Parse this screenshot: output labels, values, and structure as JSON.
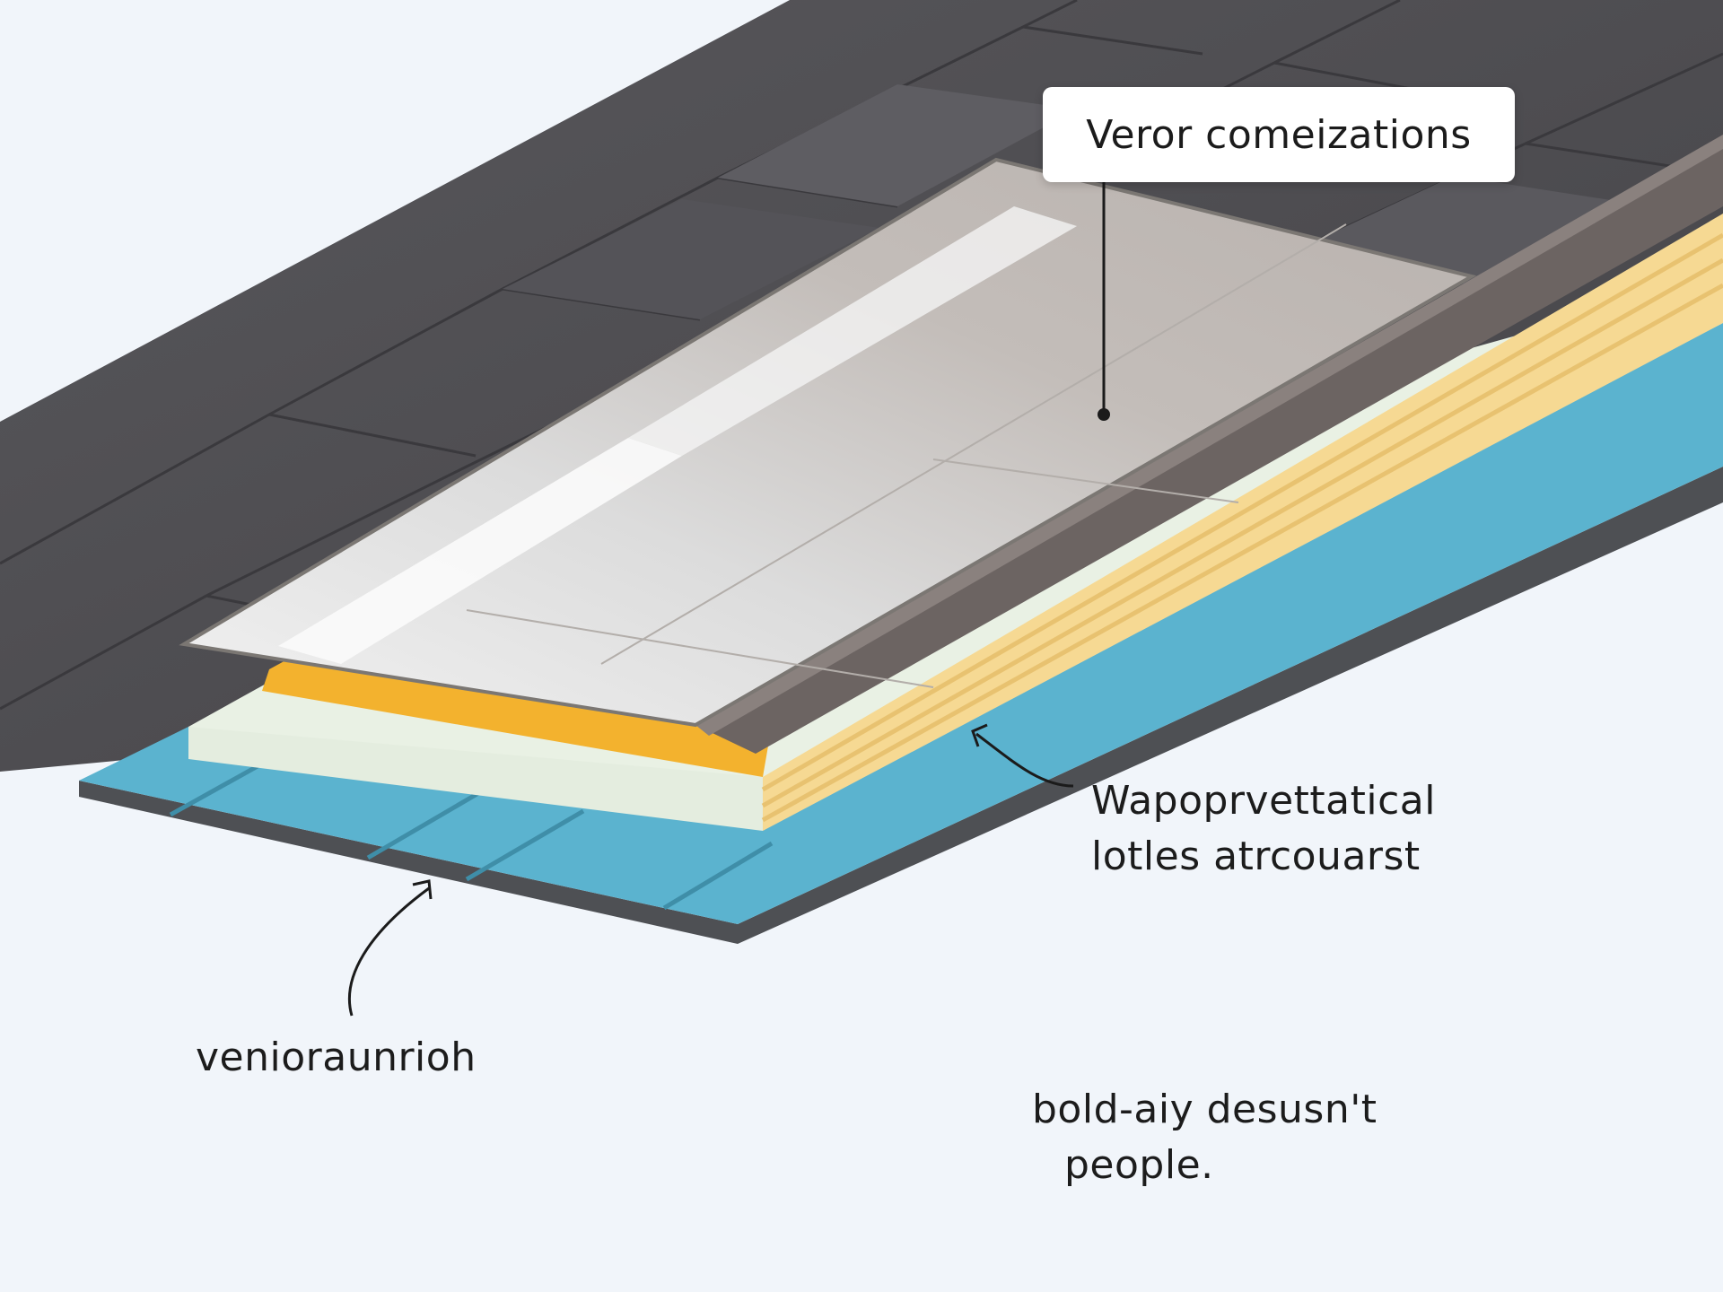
{
  "callouts": {
    "top": "Veror comeizations",
    "vapor_line1": "Wapoprvettatical",
    "vapor_line2": "lotles atrcouarst",
    "base": "venioraunrioh",
    "note_line1": "bold-aiy desusn't",
    "note_line2": "people."
  },
  "colors": {
    "background": "#f1f5fa",
    "shingles": "#4c4b4f",
    "skylight_glass": "#c9c7c4",
    "skylight_frame": "#6c6462",
    "insulation": "#f6d993",
    "accent_strip": "#f3b22e",
    "vapor_barrier": "#e9f1e4",
    "deck": "#5bb3cf",
    "deck_base": "#4e5054"
  }
}
